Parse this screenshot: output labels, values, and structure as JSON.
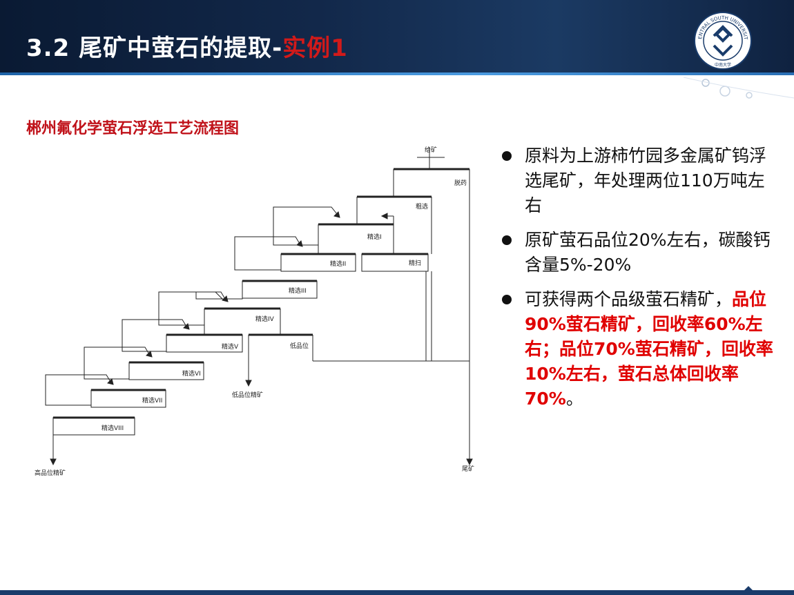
{
  "header": {
    "title_main": "3.2 尾矿中萤石的提取-",
    "title_highlight": "实例1",
    "logo_text_top": "CENTRAL SOUTH UNIVERSITY",
    "logo_text_bottom": "中南大学"
  },
  "subtitle": "郴州氟化学萤石浮选工艺流程图",
  "flowchart": {
    "feed": "给矿",
    "reagent_removal": "脱药",
    "rougher": "粗选",
    "cleaner1": "精选I",
    "cleaner2": "精选II",
    "scavenger": "精扫",
    "cleaner3": "精选III",
    "cleaner4": "精选IV",
    "cleaner5": "精选V",
    "low_grade": "低品位",
    "cleaner6": "精选VI",
    "cleaner7": "精选VII",
    "cleaner8": "精选VIII",
    "low_grade_concentrate": "低品位精矿",
    "high_grade_concentrate": "高品位精矿",
    "tailings": "尾矿"
  },
  "bullets": {
    "b1": "原料为上游柿竹园多金属矿钨浮选尾矿，年处理两位110万吨左右",
    "b2": "原矿萤石品位20%左右，碳酸钙含量5%-20%",
    "b3_black": "可获得两个品级萤石精矿，",
    "b3_red": "品位90%萤石精矿，回收率60%左右；品位70%萤石精矿，回收率10%左右，萤石总体回收率70%",
    "b3_end": "。"
  }
}
